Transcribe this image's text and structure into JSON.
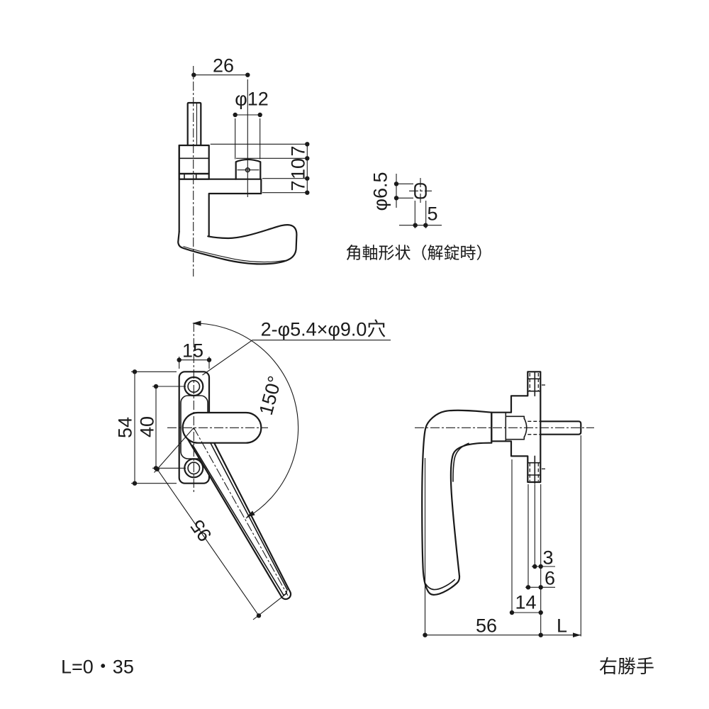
{
  "colors": {
    "line": "#1a1a1a",
    "background": "#ffffff"
  },
  "top_view": {
    "d26": "26",
    "phi12": "φ12",
    "d7a": "7",
    "d10": "10",
    "d7b": "7"
  },
  "shaft_detail": {
    "phi65": "φ6.5",
    "d5": "5",
    "caption": "角軸形状（解錠時）"
  },
  "front_view": {
    "holes_label": "2-φ5.4×φ9.0穴",
    "d15": "15",
    "d54": "54",
    "d40": "40",
    "d95": "95",
    "angle": "150°"
  },
  "side_view": {
    "d3": "3",
    "d6": "6",
    "d14": "14",
    "d56": "56",
    "dL": "L"
  },
  "notes": {
    "length_options": "L=0・35",
    "handing": "右勝手"
  }
}
